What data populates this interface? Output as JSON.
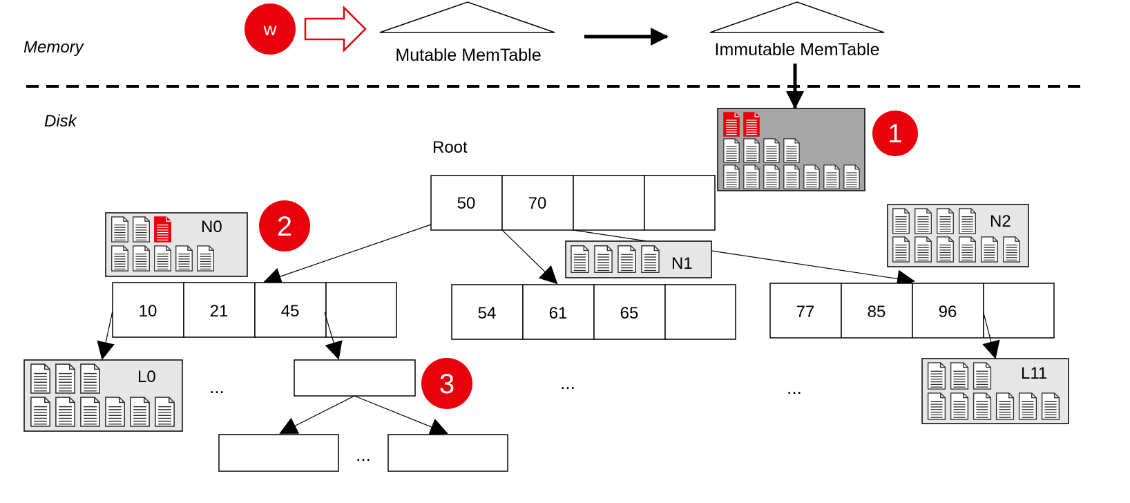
{
  "labels": {
    "memory": "Memory",
    "disk": "Disk",
    "mutable_memtable": "Mutable MemTable",
    "immutable_memtable": "Immutable MemTable",
    "root": "Root"
  },
  "write_badge": {
    "label": "w",
    "color": "#e8000b"
  },
  "step_badges": [
    "1",
    "2",
    "3"
  ],
  "root_node": {
    "keys": [
      "50",
      "70",
      "",
      ""
    ]
  },
  "child_nodes": [
    {
      "keys": [
        "10",
        "21",
        "45",
        ""
      ]
    },
    {
      "keys": [
        "54",
        "61",
        "65",
        ""
      ]
    },
    {
      "keys": [
        "77",
        "85",
        "96",
        ""
      ]
    }
  ],
  "buffers": {
    "flush_buffer": {
      "label": "",
      "new_files": 2,
      "row1_files": 4,
      "row2_files": 7
    },
    "n0": {
      "label": "N0",
      "old_files_row1": 2,
      "new_files_row1": 1,
      "row2_files": 5
    },
    "n1": {
      "label": "N1",
      "row1_files": 4
    },
    "n2": {
      "label": "N2",
      "row1_files": 4,
      "row2_files": 6
    },
    "l0": {
      "label": "L0",
      "row1_files": 3,
      "row2_files": 6
    },
    "l11": {
      "label": "L11",
      "row1_files": 3,
      "row2_files": 6
    }
  },
  "ellipses": [
    "...",
    "...",
    "...",
    "..."
  ],
  "colors": {
    "accent_red": "#e8000b",
    "buffer_gray": "#e6e6e6",
    "flush_buffer_gray": "#a6a6a6",
    "line": "#000000"
  },
  "icons": {
    "file_icon": "document-file-icon",
    "new_file_icon": "new-document-file-icon",
    "write_arrow": "hollow-right-arrow-icon"
  }
}
